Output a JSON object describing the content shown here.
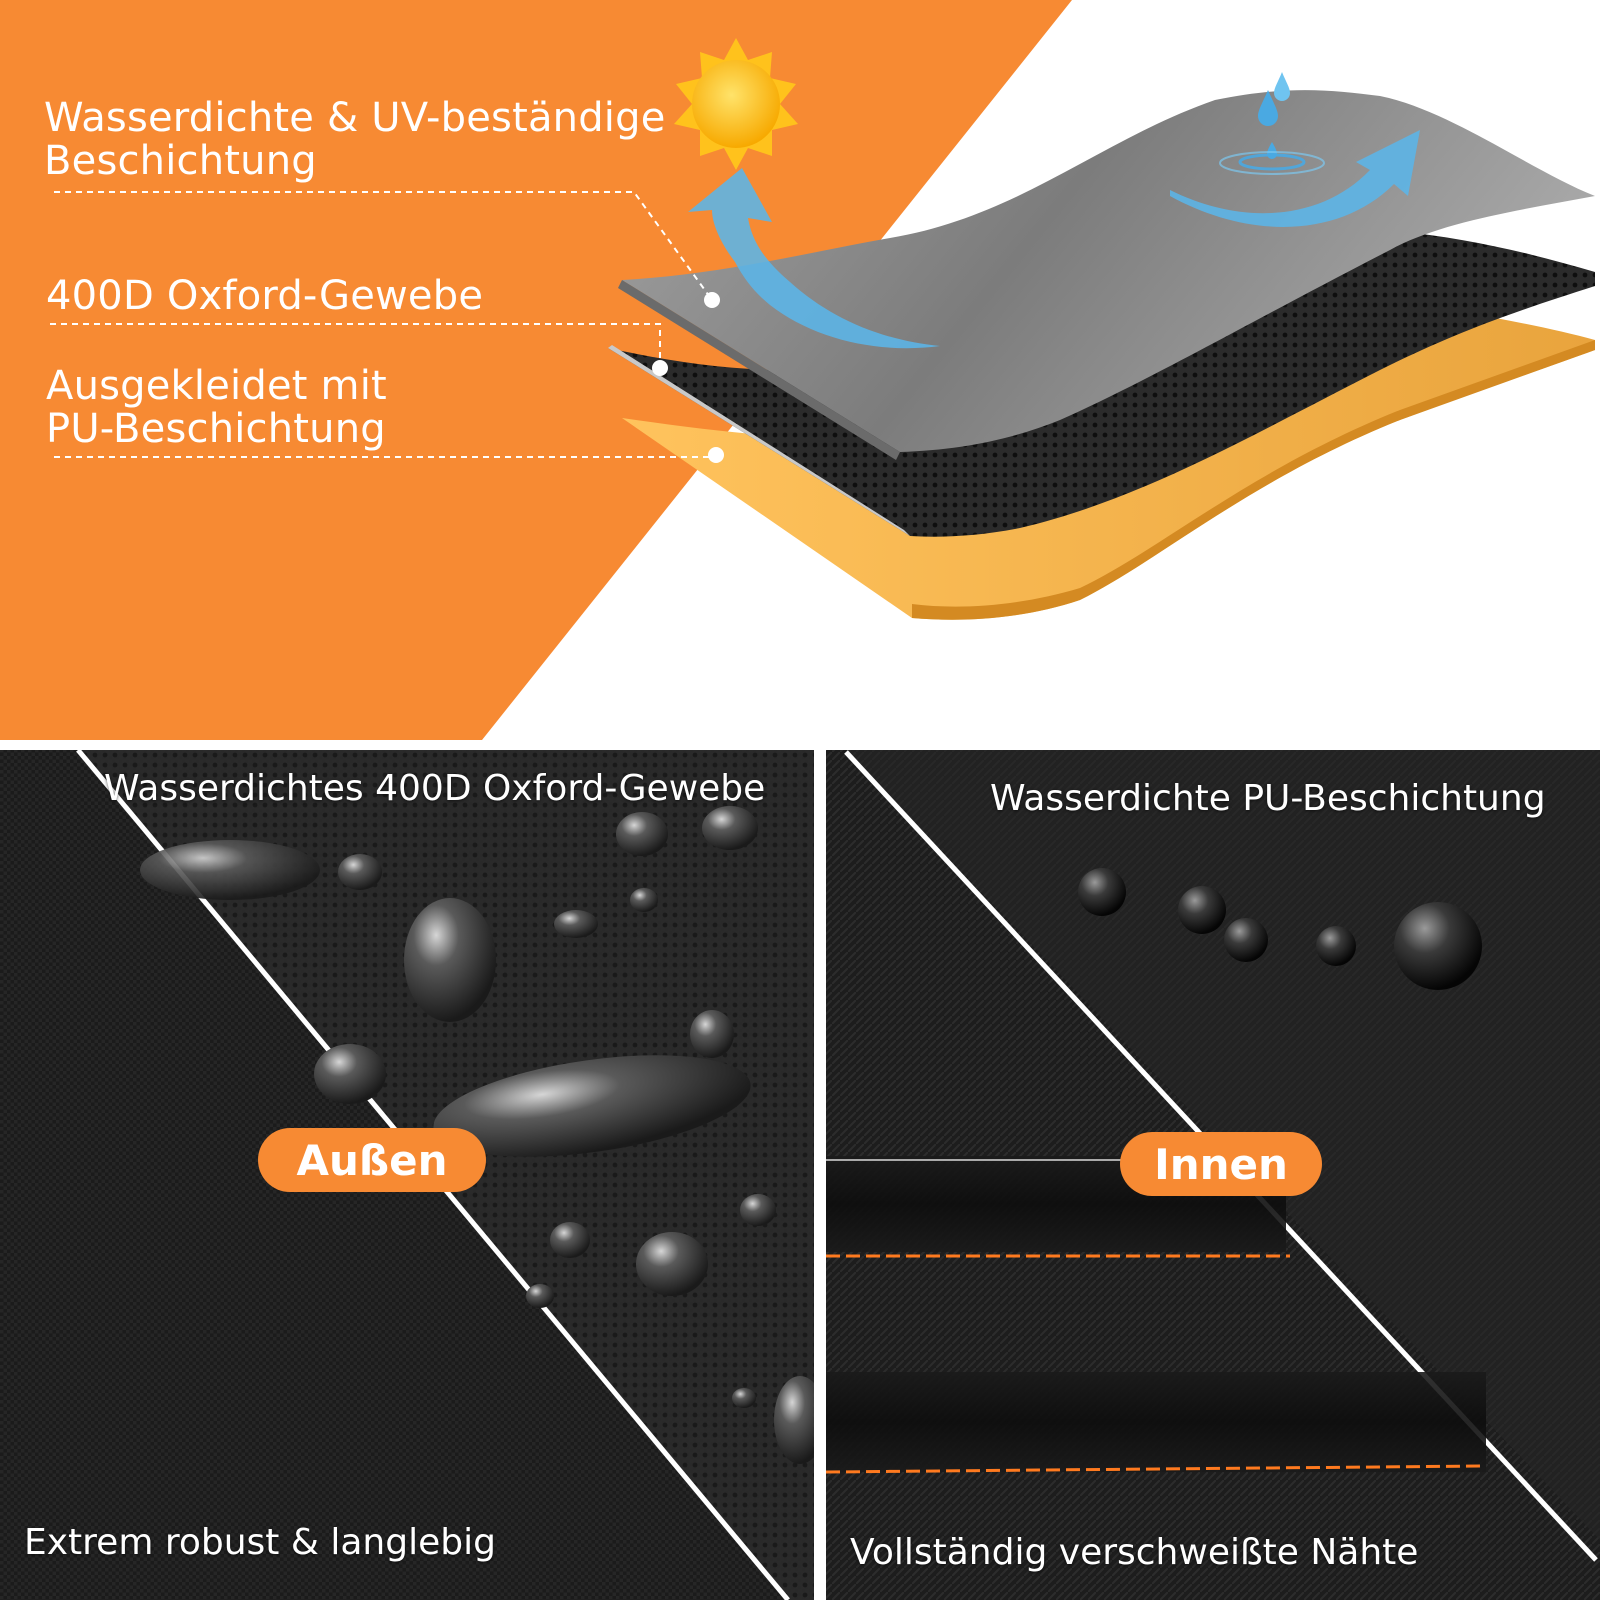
{
  "colors": {
    "orange": "#F78A33",
    "coating_layer": "#8B8B8B",
    "oxford_layer": "#222222",
    "pu_layer": "#F2B24A",
    "arrow": "#5BB5E8",
    "sun": "#FFC21C"
  },
  "icons": [
    "sun-icon",
    "water-drop-icon",
    "uv-arrow-icon",
    "water-arrow-icon"
  ],
  "layers": {
    "coating": "Wasserdichte & UV-beständige\nBeschichtung",
    "oxford": "400D Oxford-Gewebe",
    "pu": "Ausgekleidet mit\nPU-Beschichtung"
  },
  "outer": {
    "title": "Wasserdichtes 400D Oxford-Gewebe",
    "badge": "Außen",
    "caption": "Extrem robust & langlebig"
  },
  "inner": {
    "title": "Wasserdichte PU-Beschichtung",
    "badge": "Innen",
    "caption": "Vollständig verschweißte Nähte"
  }
}
